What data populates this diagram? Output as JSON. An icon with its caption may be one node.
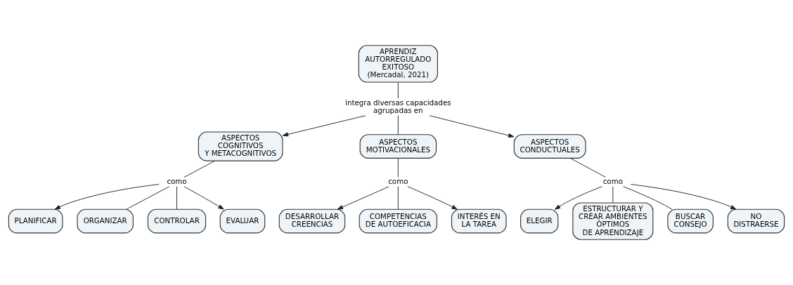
{
  "diagram": {
    "nodes": [
      {
        "text": [
          "APRENDIZ AUTORREGULADO EXITOSO (Mercadal, 2021)"
        ]
      },
      {
        "text": [
          "integra diversas capacidades agrupadas en"
        ]
      },
      {
        "text": [
          "ASPECTOS COGNITIVOS Y METACOGNITIVOS"
        ]
      },
      {
        "text": [
          "ASPECTOS MOTIVACIONALES"
        ]
      },
      {
        "text": [
          "ASPECTOS CONDUCTUALES"
        ]
      },
      {
        "text": [
          "como"
        ]
      },
      {
        "text": [
          "PLANIFICAR"
        ]
      },
      {
        "text": [
          "ORGANIZAR"
        ]
      },
      {
        "text": [
          "CONTROLAR"
        ]
      },
      {
        "text": [
          "EVALUAR"
        ]
      },
      {
        "text": [
          "como"
        ]
      },
      {
        "text": [
          "DESARROLLAR CREENCIAS"
        ]
      },
      {
        "text": [
          "COMPETENCIAS DE AUTOEFICACIA"
        ]
      },
      {
        "text": [
          "INTERÉS EN LA TAREA"
        ]
      },
      {
        "text": [
          "como"
        ]
      },
      {
        "text": [
          "ELEGIR"
        ]
      },
      {
        "text": [
          "ESTRUCTURAR Y CREAR AMBIENTES ÓPTIMOS DE APRENDIZAJE"
        ]
      },
      {
        "text": [
          "BUSCAR CONSEJO"
        ]
      },
      {
        "text": [
          "NO DISTRAERSE"
        ]
      }
    ],
    "edges": [
      {
        "from": 0,
        "to": 1,
        "arrow": "none"
      },
      {
        "from": 1,
        "to": 2,
        "arrow": "to"
      },
      {
        "from": 1,
        "to": 3,
        "arrow": "none"
      },
      {
        "from": 1,
        "to": 4,
        "arrow": "to"
      },
      {
        "from": 2,
        "to": 5,
        "arrow": "none"
      },
      {
        "from": 5,
        "to": 6,
        "arrow": "to"
      },
      {
        "from": 5,
        "to": 7,
        "arrow": "none"
      },
      {
        "from": 5,
        "to": 8,
        "arrow": "none"
      },
      {
        "from": 5,
        "to": 9,
        "arrow": "to"
      },
      {
        "from": 3,
        "to": 10,
        "arrow": "none"
      },
      {
        "from": 10,
        "to": 11,
        "arrow": "to"
      },
      {
        "from": 10,
        "to": 12,
        "arrow": "none"
      },
      {
        "from": 10,
        "to": 13,
        "arrow": "to"
      },
      {
        "from": 4,
        "to": 14,
        "arrow": "none"
      },
      {
        "from": 14,
        "to": 15,
        "arrow": "to"
      },
      {
        "from": 14,
        "to": 16,
        "arrow": "none"
      },
      {
        "from": 14,
        "to": 17,
        "arrow": "none"
      },
      {
        "from": 14,
        "to": 18,
        "arrow": "to"
      }
    ]
  }
}
